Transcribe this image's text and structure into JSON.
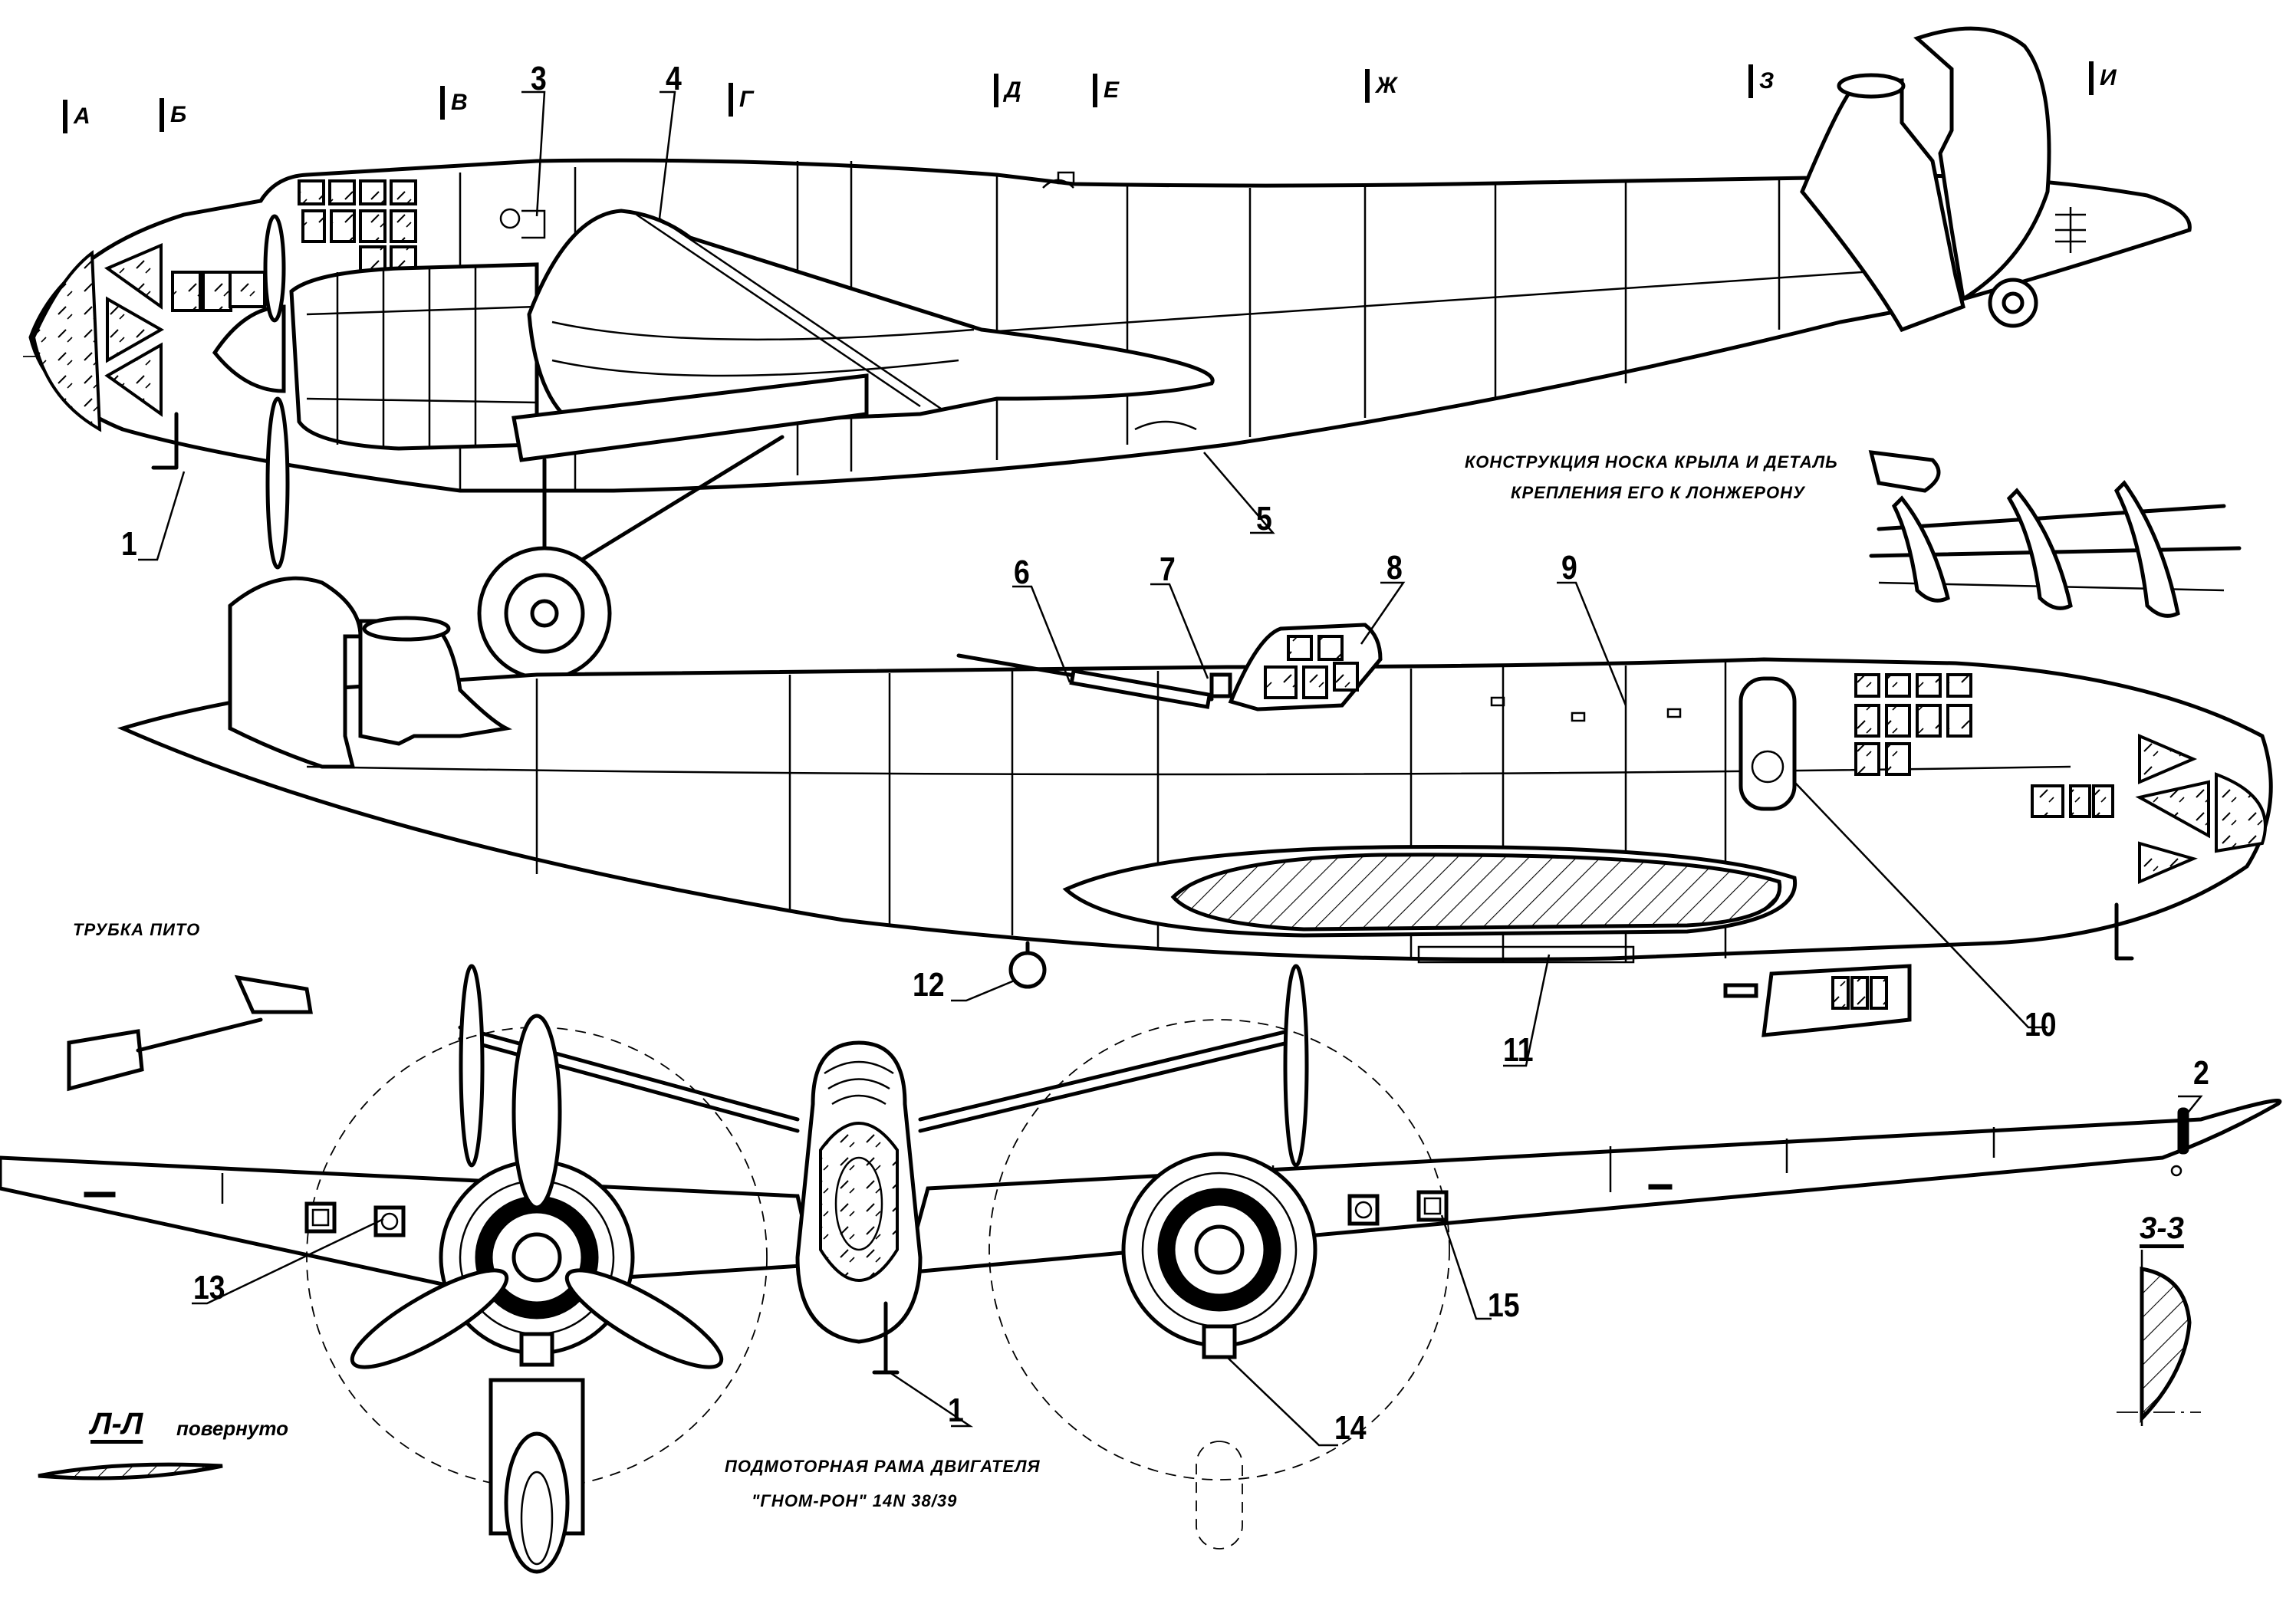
{
  "drawing": {
    "title_captions": {
      "wing_nose_detail": [
        "КОНСТРУКЦИЯ НОСКА  КРЫЛА И ДЕТАЛЬ",
        "КРЕПЛЕНИЯ ЕГО К ЛОНЖЕРОНУ"
      ],
      "pitot_tube": "ТРУБКА ПИТО",
      "engine_mount": [
        "ПОДМОТОРНАЯ РАМА ДВИГАТЕЛЯ",
        "\"ГНОМ-РОН\" 14N 38/39"
      ]
    },
    "stations": [
      "А",
      "Б",
      "В",
      "Г",
      "Д",
      "Е",
      "Ж",
      "З",
      "И"
    ],
    "callouts": {
      "c1_side": "1",
      "c1_front": "1",
      "c2": "2",
      "c3": "3",
      "c4": "4",
      "c5": "5",
      "c6": "6",
      "c7": "7",
      "c8": "8",
      "c9": "9",
      "c10": "10",
      "c11": "11",
      "c12": "12",
      "c13": "13",
      "c14": "14",
      "c15": "15"
    },
    "sections": {
      "ll": {
        "label": "Л-Л",
        "note": "повернуто"
      },
      "zz": {
        "label": "3-3"
      }
    },
    "views": [
      "side-view-left",
      "side-view-right",
      "front-view",
      "wing-nose-detail",
      "pitot-tube-detail",
      "section-ll",
      "section-33"
    ],
    "colors": {
      "ink": "#000000",
      "paper": "#ffffff"
    }
  }
}
